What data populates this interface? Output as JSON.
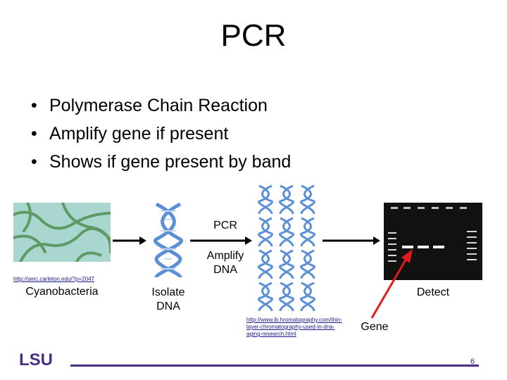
{
  "slide": {
    "title": "PCR",
    "bullets": [
      "Polymerase Chain Reaction",
      "Amplify gene if present",
      "Shows if gene present by band"
    ]
  },
  "diagram": {
    "step_pcr": "PCR",
    "step_amplify_line1": "Amplify",
    "step_amplify_line2": "DNA",
    "cyanobacteria_label": "Cyanobacteria",
    "isolate_line1": "Isolate",
    "isolate_line2": "DNA",
    "detect_label": "Detect",
    "gene_label": "Gene",
    "source_link_1": "http://serc.carleton.edu/?p=2047",
    "source_link_2": "http://www.ib.hromatography.com/thin-layer-chromatography-used-in-dna-aging-research.html"
  },
  "footer": {
    "logo_text": "LSU",
    "page_number": "6"
  },
  "colors": {
    "helix": "#5b8fd6",
    "arrow_red": "#e01b1b",
    "lsu_purple": "#4b2e83",
    "gel_bg": "#111111"
  }
}
